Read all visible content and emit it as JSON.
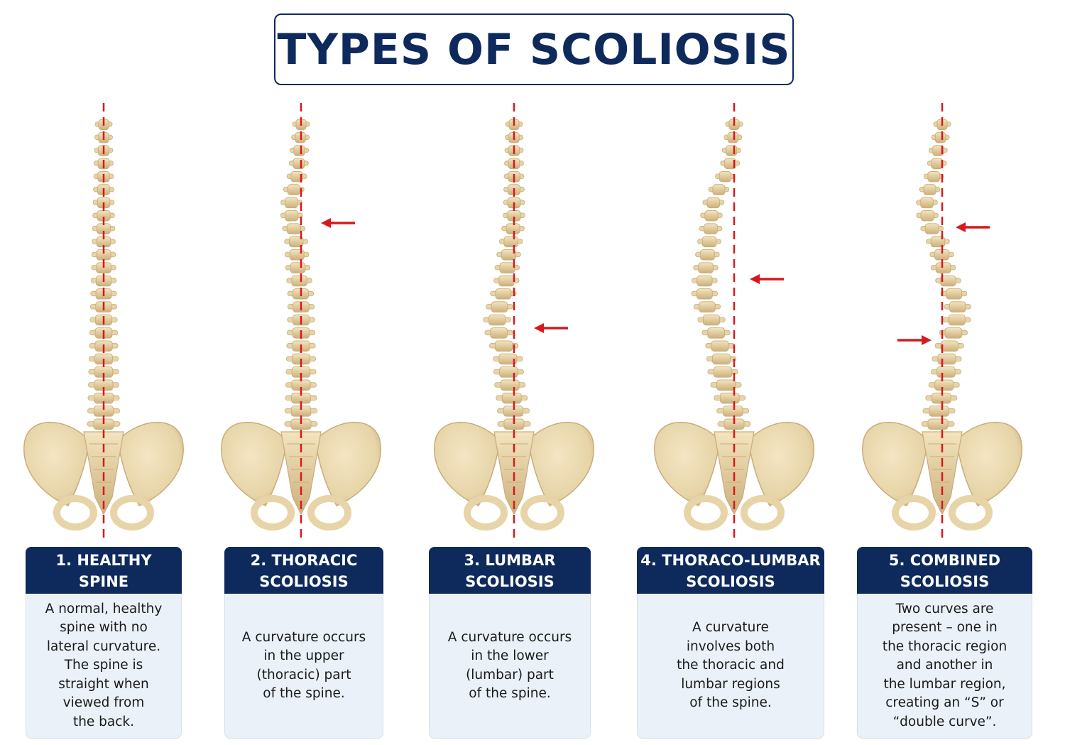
{
  "title": "TYPES OF SCOLIOSIS",
  "colors": {
    "navy": "#0e2a5c",
    "bone": "#e7d4a8",
    "bone_shade": "#c9ad78",
    "midline_red": "#d7191c",
    "panel_bg": "#eaf1f8"
  },
  "panels": [
    {
      "heading": [
        "1. HEALTHY",
        "SPINE"
      ],
      "description": [
        "A normal, healthy",
        "spine with no",
        "lateral curvature.",
        "The spine is",
        "straight when",
        "viewed from",
        "the back."
      ]
    },
    {
      "heading": [
        "2. THORACIC",
        "SCOLIOSIS"
      ],
      "description": [
        "A curvature occurs",
        "in the upper",
        "(thoracic) part",
        "of the spine."
      ]
    },
    {
      "heading": [
        "3. LUMBAR",
        "SCOLIOSIS"
      ],
      "description": [
        "A curvature occurs",
        "in the lower",
        "(lumbar) part",
        "of the spine."
      ]
    },
    {
      "heading": [
        "4. THORACO-LUMBAR",
        "SCOLIOSIS"
      ],
      "description": [
        "A curvature",
        "involves both",
        "the thoracic and",
        "lumbar regions",
        "of the spine."
      ]
    },
    {
      "heading": [
        "5. COMBINED",
        "SCOLIOSIS"
      ],
      "description": [
        "Two curves are",
        "present – one in",
        "the thoracic region",
        "and another in",
        "the lumbar region,",
        "creating an “S” or",
        "“double curve”."
      ]
    }
  ]
}
